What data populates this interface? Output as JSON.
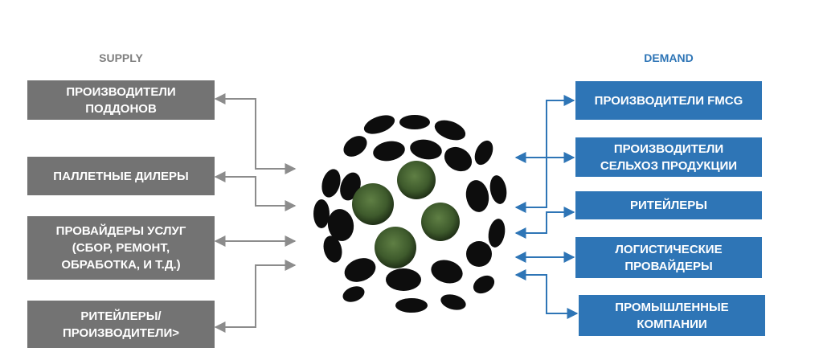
{
  "supply": {
    "heading": "SUPPLY",
    "items": [
      {
        "label": "ПРОИЗВОДИТЕЛИ\nПОДДОНОВ"
      },
      {
        "label": "ПАЛЛЕТНЫЕ ДИЛЕРЫ"
      },
      {
        "label": "ПРОВАЙДЕРЫ УСЛУГ\n(СБОР, РЕМОНТ,\nОБРАБОТКА, И Т.Д.)"
      },
      {
        "label": "РИТЕЙЛЕРЫ/\nПРОИЗВОДИТЕЛИ>"
      }
    ]
  },
  "demand": {
    "heading": "DEMAND",
    "items": [
      {
        "label": "ПРОИЗВОДИТЕЛИ FMCG"
      },
      {
        "label": "ПРОИЗВОДИТЕЛИ\nСЕЛЬХОЗ ПРОДУКЦИИ"
      },
      {
        "label": "РИТЕЙЛЕРЫ"
      },
      {
        "label": "ЛОГИСТИЧЕСКИЕ\nПРОВАЙДЕРЫ"
      },
      {
        "label": "ПРОМЫШЛЕННЫЕ\nКОМПАНИИ"
      }
    ]
  },
  "colors": {
    "supply_box": "#737373",
    "demand_box": "#2e75b6",
    "supply_heading": "#7f7f7f",
    "demand_heading": "#2e75b6",
    "supply_arrow": "#8c8c8c",
    "demand_arrow": "#2e75b6",
    "sphere_hole": "#0d0d0d",
    "sphere_core": "#3e5a2c"
  }
}
